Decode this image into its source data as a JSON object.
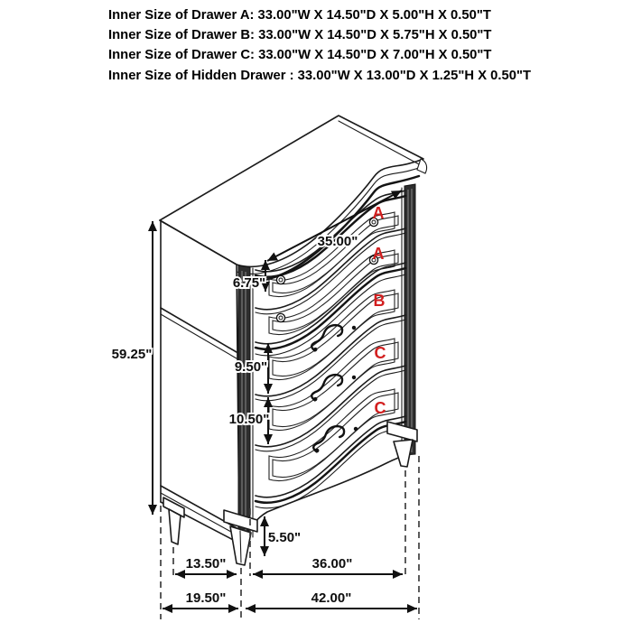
{
  "header": {
    "lines": [
      "Inner Size of Drawer A: 33.00\"W X 14.50\"D X 5.00\"H X 0.50\"T",
      "Inner Size of Drawer B: 33.00\"W X 14.50\"D X 5.75\"H X 0.50\"T",
      "Inner Size of Drawer C: 33.00\"W X 14.50\"D X 7.00\"H X 0.50\"T",
      "Inner Size of Hidden Drawer : 33.00\"W X 13.00\"D X 1.25\"H X 0.50\"T"
    ]
  },
  "diagram": {
    "letters": {
      "a1": "A",
      "a2": "A",
      "b": "B",
      "c1": "C",
      "c2": "C"
    },
    "dims": {
      "drawer_front_width": "35.00\"",
      "drawer_a_front_height": "6.75\"",
      "drawer_c1_front_height": "9.50\"",
      "drawer_c2_front_height": "10.50\"",
      "overall_height": "59.25\"",
      "leg_height": "5.50\"",
      "leg_span_depth": "13.50\"",
      "leg_span_width": "36.00\"",
      "overall_depth": "19.50\"",
      "overall_width": "42.00\""
    },
    "colors": {
      "line": "#111111",
      "red": "#d21e1e"
    }
  }
}
